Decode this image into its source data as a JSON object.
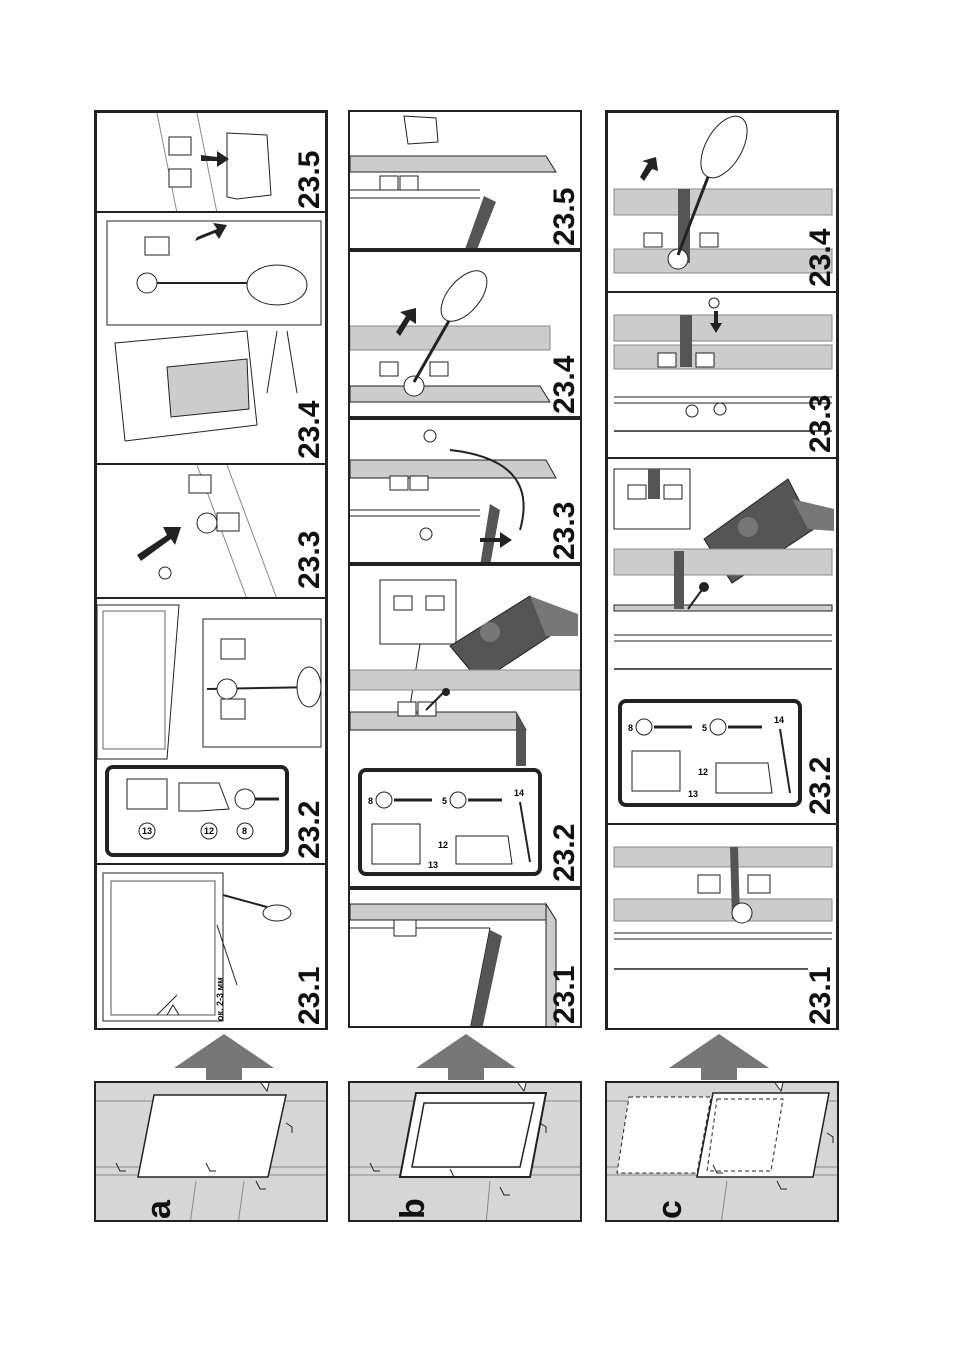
{
  "columns": [
    {
      "letter": "a",
      "steps": [
        "23.1",
        "23.2",
        "23.3",
        "23.4",
        "23.5"
      ],
      "distance_note": "ок. 2-3 мм",
      "parts": [
        "13",
        "12",
        "8"
      ]
    },
    {
      "letter": "b",
      "steps": [
        "23.1",
        "23.2",
        "23.3",
        "23.4",
        "23.5"
      ],
      "parts": [
        "8",
        "5",
        "14",
        "13",
        "12"
      ]
    },
    {
      "letter": "c",
      "steps": [
        "23.1",
        "23.2",
        "23.3",
        "23.4"
      ],
      "parts": [
        "8",
        "5",
        "14",
        "13",
        "12"
      ]
    }
  ]
}
